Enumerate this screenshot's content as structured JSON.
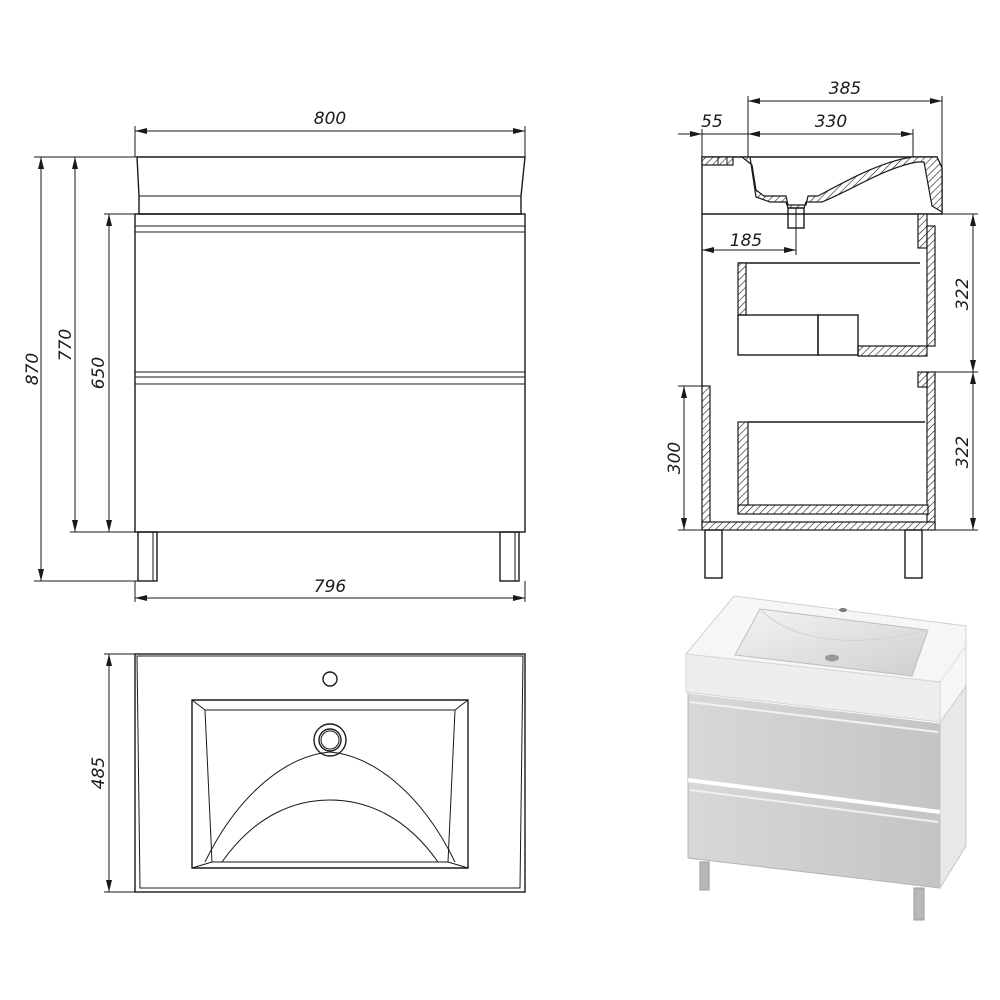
{
  "dimensions": {
    "front_width_top": "800",
    "front_width_bottom": "796",
    "height_total": "870",
    "height_770": "770",
    "height_650": "650",
    "side_depth": "385",
    "side_basin": "330",
    "side_rim": "55",
    "side_drain": "185",
    "side_drawer_top": "322",
    "side_drawer_bottom": "322",
    "side_leg_height": "300",
    "top_depth": "485"
  },
  "colors": {
    "line": "#1a1a1a",
    "cabinet": "#c9c9c9",
    "basin": "#e9e9e9"
  }
}
